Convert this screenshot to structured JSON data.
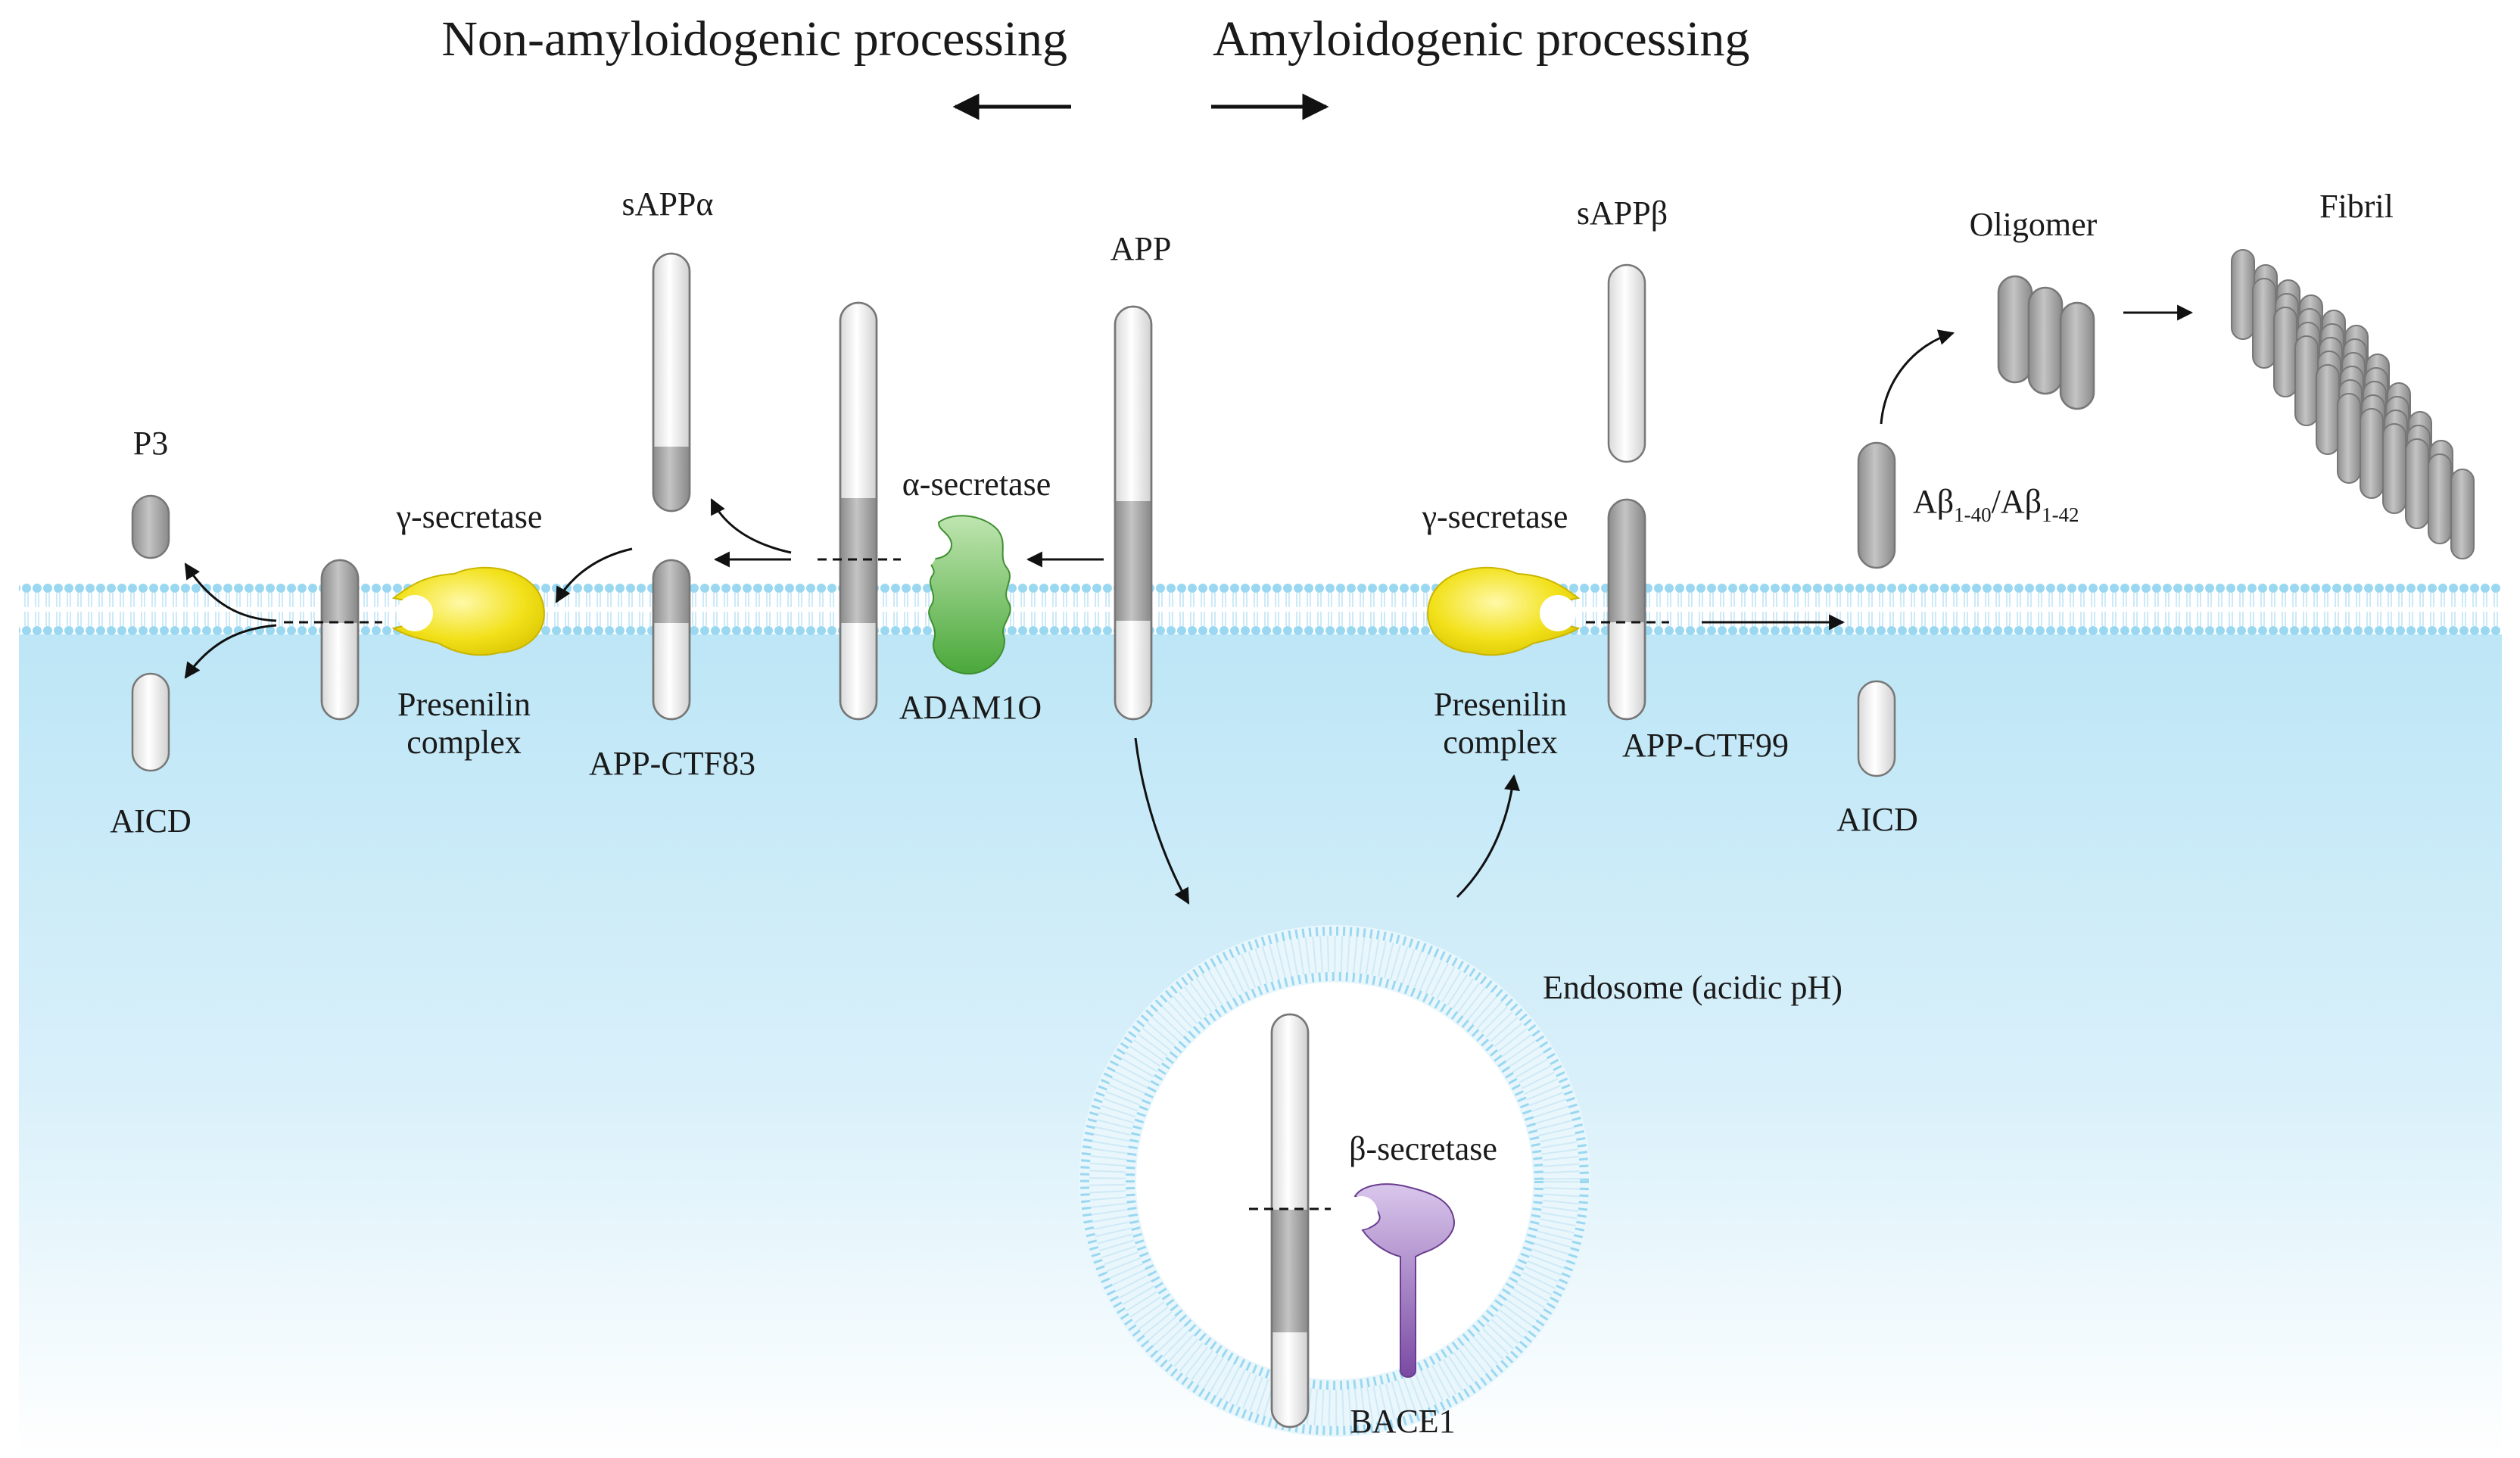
{
  "headings": {
    "non_amyloidogenic": "Non-amyloidogenic processing",
    "amyloidogenic": "Amyloidogenic processing"
  },
  "labels": {
    "app": "APP",
    "sappa": "sAPPα",
    "sappb": "sAPPβ",
    "p3": "P3",
    "aicd_left": "AICD",
    "aicd_right": "AICD",
    "gamma_left": "γ-secretase",
    "gamma_right": "γ-secretase",
    "alpha_secretase": "α-secretase",
    "adam10": "ADAM1O",
    "presenilin_left_1": "Presenilin",
    "presenilin_left_2": "complex",
    "presenilin_right_1": "Presenilin",
    "presenilin_right_2": "complex",
    "ctf83": "APP-CTF83",
    "ctf99": "APP-CTF99",
    "oligomer": "Oligomer",
    "fibril": "Fibril",
    "abeta_a": "Aβ",
    "abeta_sub1": "1-40",
    "abeta_slash": "/Aβ",
    "abeta_sub2": "1-42",
    "endosome": "Endosome (acidic pH)",
    "beta_secretase": "β-secretase",
    "bace1": "BACE1"
  },
  "colors": {
    "membrane_head": "#8fd3ee",
    "membrane_tail": "#cfeaf6",
    "cytoplasm_top": "#bfe7f7",
    "cytoplasm_bottom": "#ffffff",
    "presenilin": "#f2e11a",
    "adam10": "#5cb848",
    "bace1": "#9467b5",
    "domain_gray": "#a9a9a9",
    "domain_white": "#f4f4f4"
  }
}
